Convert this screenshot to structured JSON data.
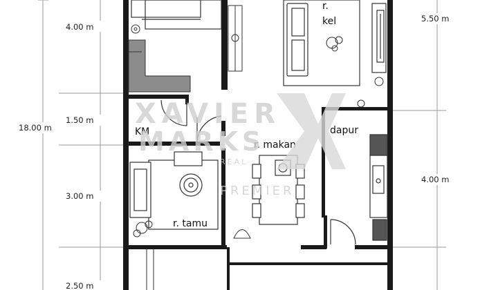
{
  "dimensions": {
    "left_total": "18.00 m",
    "left": [
      "4.00 m",
      "1.50 m",
      "3.00 m",
      "2.50 m"
    ],
    "right": [
      "5.50 m",
      "4.00 m"
    ]
  },
  "rooms": {
    "keluarga_line1": "r.",
    "keluarga_line2": "kel",
    "dapur": "dapur",
    "km": "KM",
    "makan": "r. makan",
    "tamu": "r. tamu"
  },
  "watermark": {
    "line1": "XAVIER",
    "line2": "MARKS",
    "sub1": "REAL",
    "sub2": "PREMIER"
  },
  "colors": {
    "wall": "#1a1a1a",
    "stair": "#8c8c8c",
    "line": "#333333",
    "watermark": "#cfcfcf"
  }
}
